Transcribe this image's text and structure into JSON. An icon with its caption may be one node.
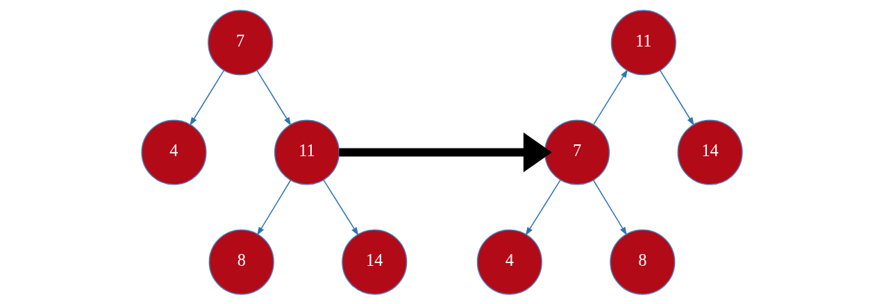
{
  "diagram": {
    "nodes": [
      {
        "text": [
          "7"
        ]
      },
      {
        "text": [
          "4"
        ]
      },
      {
        "text": [
          "11"
        ]
      },
      {
        "text": [
          "8"
        ]
      },
      {
        "text": [
          "14"
        ]
      },
      {
        "text": [
          "11"
        ]
      },
      {
        "text": [
          "7"
        ]
      },
      {
        "text": [
          "14"
        ]
      },
      {
        "text": [
          "4"
        ]
      },
      {
        "text": [
          "8"
        ]
      }
    ],
    "edges": [
      {
        "from": 0,
        "to": 1,
        "arrow": "to"
      },
      {
        "from": 0,
        "to": 2,
        "arrow": "to"
      },
      {
        "from": 2,
        "to": 3,
        "arrow": "to"
      },
      {
        "from": 2,
        "to": 4,
        "arrow": "to"
      },
      {
        "from": 6,
        "to": 5,
        "arrow": "to"
      },
      {
        "from": 5,
        "to": 7,
        "arrow": "to"
      },
      {
        "from": 6,
        "to": 8,
        "arrow": "to"
      },
      {
        "from": 6,
        "to": 9,
        "arrow": "to"
      },
      {
        "from": 2,
        "to": 6,
        "arrow": "to",
        "style": "thick",
        "color": "#000000"
      }
    ]
  }
}
